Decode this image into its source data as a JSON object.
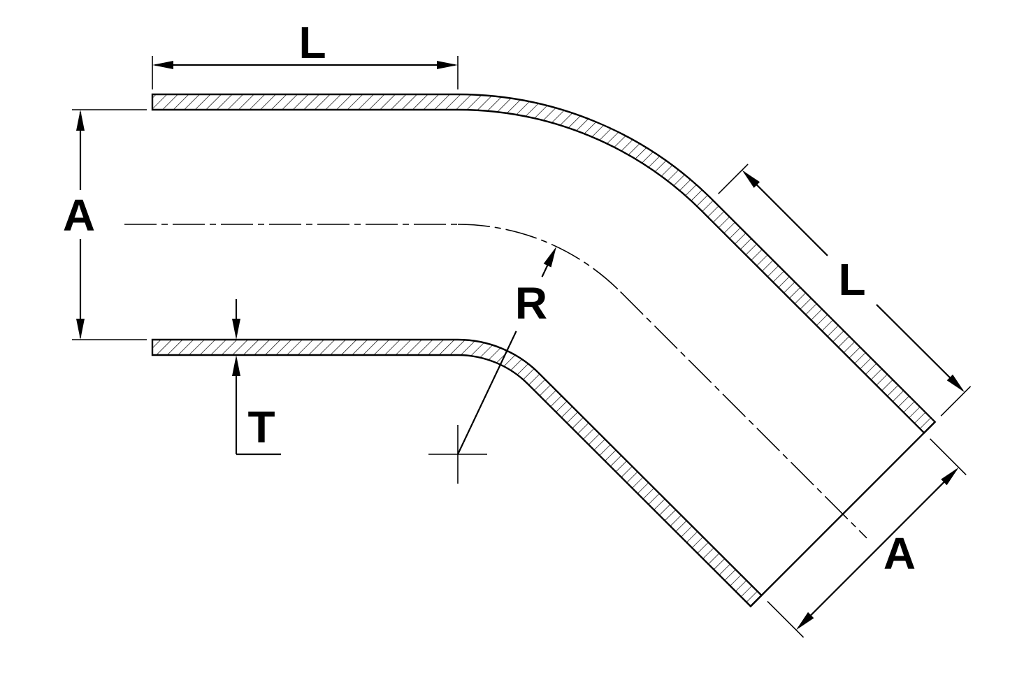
{
  "page": {
    "background": "#ffffff",
    "line_color": "#000000"
  },
  "diagram": {
    "type": "technical-drawing",
    "subject": "45-degree elbow tube cross-section with dimensions",
    "labels": {
      "top_length": "L",
      "inlet_diameter": "A",
      "wall_thickness": "T",
      "bend_radius": "R",
      "diagonal_length": "L",
      "outlet_diameter": "A"
    }
  }
}
